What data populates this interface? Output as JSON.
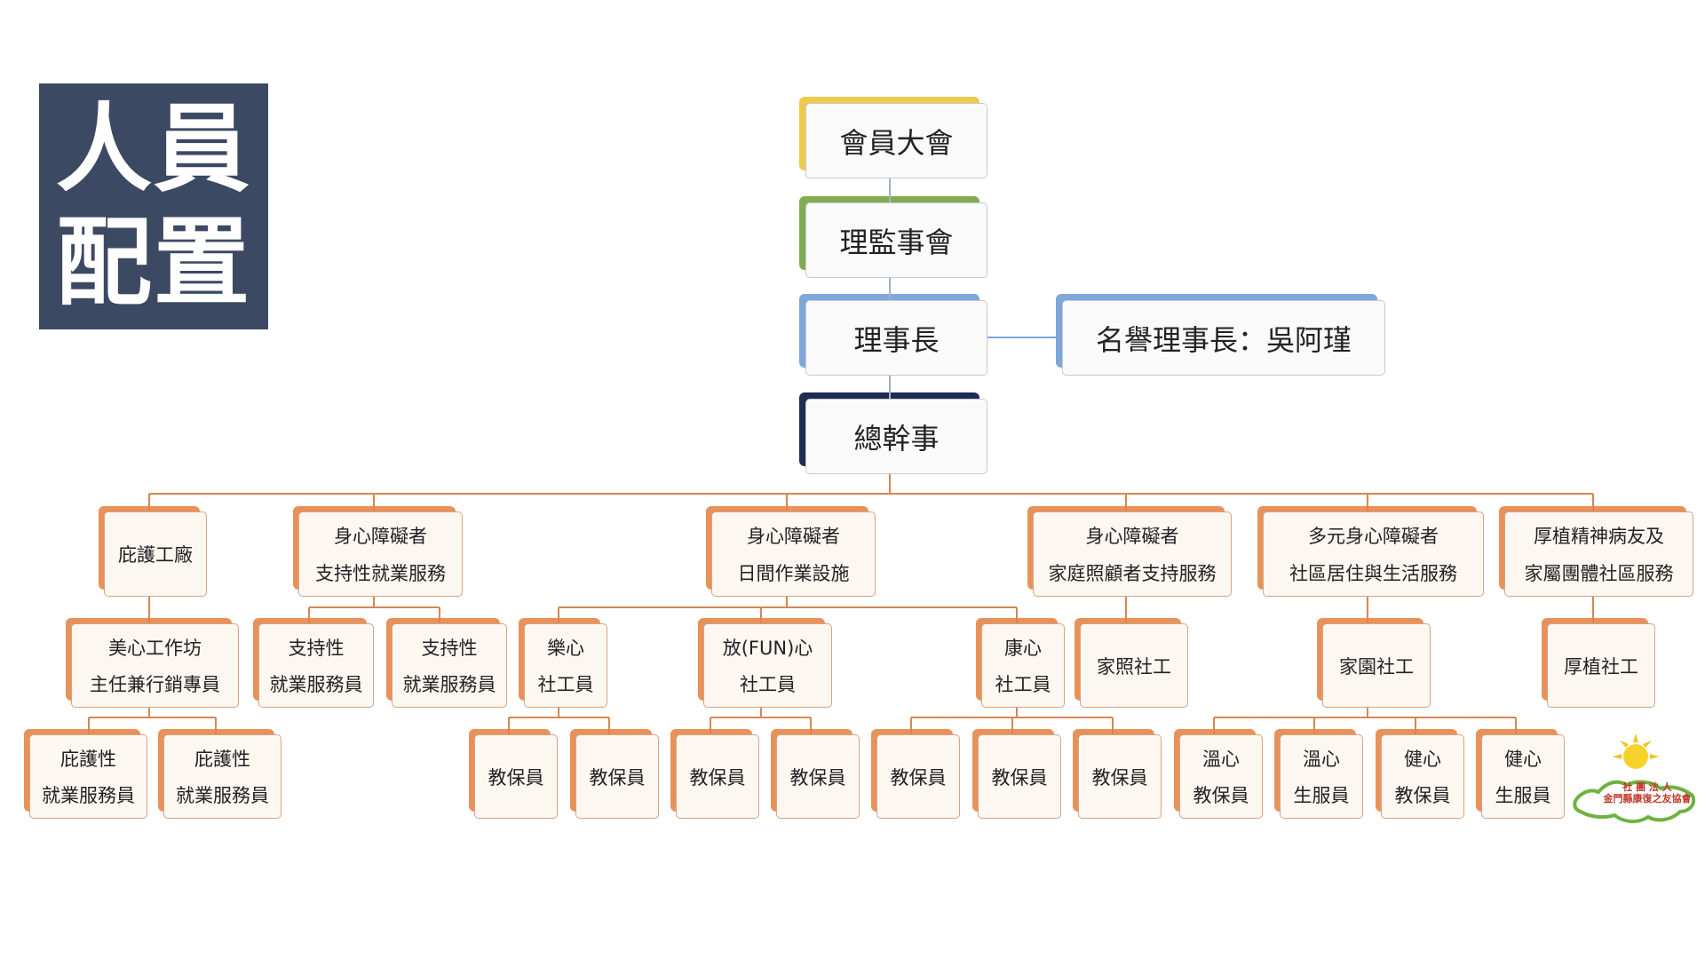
{
  "title": {
    "line1": "人員",
    "line2": "配置"
  },
  "colors": {
    "members_accent": "#efc94c",
    "board_accent": "#7fae52",
    "chair_accent": "#7ea7dc",
    "secretary_accent": "#1e2b52",
    "unit_accent": "#e8925a",
    "connector": "#d8864f"
  },
  "top": {
    "members": "會員大會",
    "board": "理監事會",
    "chair": "理事長",
    "honorary": "名譽理事長：吳阿瑾",
    "secretary": "總幹事"
  },
  "level1": [
    {
      "l1": "庇護工廠"
    },
    {
      "l1": "身心障礙者",
      "l2": "支持性就業服務"
    },
    {
      "l1": "身心障礙者",
      "l2": "日間作業設施"
    },
    {
      "l1": "身心障礙者",
      "l2": "家庭照顧者支持服務"
    },
    {
      "l1": "多元身心障礙者",
      "l2": "社區居住與生活服務"
    },
    {
      "l1": "厚植精神病友及",
      "l2": "家屬團體社區服務"
    }
  ],
  "level2": [
    {
      "l1": "美心工作坊",
      "l2": "主任兼行銷專員"
    },
    {
      "l1": "支持性",
      "l2": "就業服務員"
    },
    {
      "l1": "支持性",
      "l2": "就業服務員"
    },
    {
      "l1": "樂心",
      "l2": "社工員"
    },
    {
      "l1": "放(FUN)心",
      "l2": "社工員"
    },
    {
      "l1": "康心",
      "l2": "社工員"
    },
    {
      "l1": "家照社工"
    },
    {
      "l1": "家園社工"
    },
    {
      "l1": "厚植社工"
    }
  ],
  "level3": [
    {
      "l1": "庇護性",
      "l2": "就業服務員"
    },
    {
      "l1": "庇護性",
      "l2": "就業服務員"
    },
    {
      "l1": "教保員"
    },
    {
      "l1": "教保員"
    },
    {
      "l1": "教保員"
    },
    {
      "l1": "教保員"
    },
    {
      "l1": "教保員"
    },
    {
      "l1": "教保員"
    },
    {
      "l1": "教保員"
    },
    {
      "l1": "溫心",
      "l2": "教保員"
    },
    {
      "l1": "溫心",
      "l2": "生服員"
    },
    {
      "l1": "健心",
      "l2": "教保員"
    },
    {
      "l1": "健心",
      "l2": "生服員"
    }
  ],
  "logo": {
    "line1": "社 團 法 人",
    "line2": "金門縣康復之友協會"
  }
}
